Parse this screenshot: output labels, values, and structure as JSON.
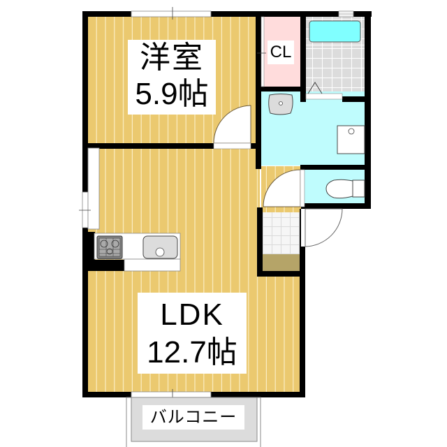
{
  "floor_plan": {
    "rooms": [
      {
        "id": "western_room",
        "name": "洋室",
        "size": "5.9帖",
        "floor": "wood"
      },
      {
        "id": "closet",
        "name": "CL"
      },
      {
        "id": "bathroom",
        "name": "",
        "fixture": "bathtub"
      },
      {
        "id": "washroom",
        "name": "",
        "fixtures": [
          "washbasin",
          "washing-machine-pan"
        ]
      },
      {
        "id": "toilet",
        "name": "",
        "fixture": "toilet"
      },
      {
        "id": "entrance",
        "name": "",
        "fixture": "shoe-cabinet"
      },
      {
        "id": "ldk",
        "name": "LDK",
        "size": "12.7帖",
        "fixtures": [
          "gas-stove",
          "sink"
        ]
      },
      {
        "id": "balcony",
        "name": "バルコニー"
      }
    ],
    "labels": {
      "western_room_name": "洋室",
      "western_room_size": "5.9帖",
      "closet": "CL",
      "ldk_name": "LDK",
      "ldk_size": "12.7帖",
      "balcony": "バルコニー"
    },
    "colors": {
      "wall": "#000000",
      "wood_floor": "#ebc96f",
      "wood_stripe": "#fbeec4",
      "closet_floor": "#ffdcdc",
      "wet_area": "#bffcfd",
      "bathtub": "#80ffff",
      "tile_floor": "#dcdcdc",
      "entrance_tile": "#f4f4f4",
      "shoe_cabinet": "#b5a468",
      "balcony": "#dcdcdc"
    }
  }
}
